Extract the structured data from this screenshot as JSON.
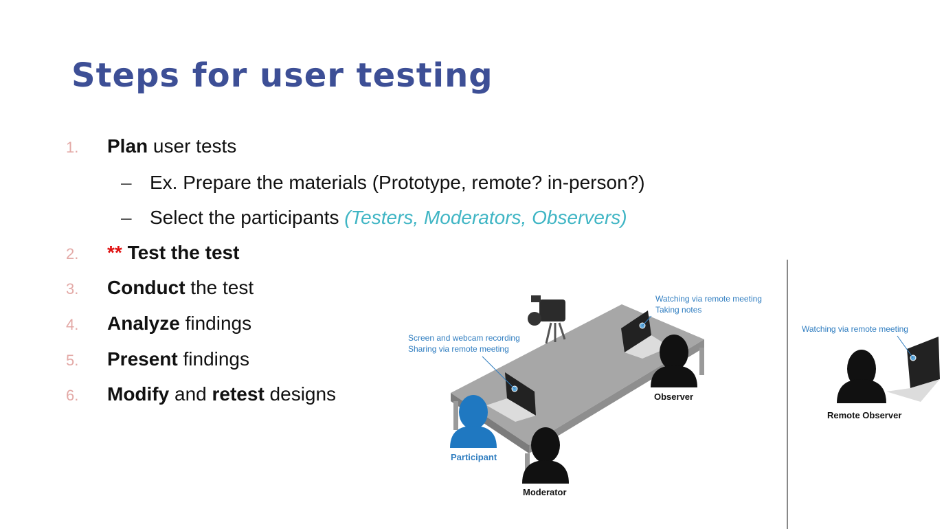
{
  "title": "Steps for user testing",
  "steps": [
    {
      "num": "1.",
      "bold": "Plan",
      "rest": " user tests"
    },
    {
      "num": "2.",
      "stars": "**",
      "bold": " Test the test",
      "rest": ""
    },
    {
      "num": "3.",
      "bold": "Conduct",
      "rest": " the test"
    },
    {
      "num": "4.",
      "bold": "Analyze",
      "rest": " findings"
    },
    {
      "num": "5.",
      "bold": "Present",
      "rest": " findings"
    },
    {
      "num": "6.",
      "bold": "Modify",
      "mid": " and ",
      "bold2": "retest",
      "rest": " designs"
    }
  ],
  "substeps": [
    {
      "dash": "–",
      "text": "Ex. Prepare the materials (Prototype, remote? in-person?)"
    },
    {
      "dash": "–",
      "text": "Select the participants ",
      "accent": "(Testers, Moderators, Observers)"
    }
  ],
  "illustration": {
    "screen_label_1": "Screen and webcam recording",
    "screen_label_2": "Sharing via remote meeting",
    "observer_label_1": "Watching via remote meeting",
    "observer_label_2": "Taking notes",
    "remote_label": "Watching via remote meeting",
    "participant": "Participant",
    "moderator": "Moderator",
    "observer": "Observer",
    "remote_observer": "Remote Observer"
  },
  "colors": {
    "title": "#3d4f96",
    "accent": "#3fb5c4",
    "stars": "#e01010",
    "numbers": "#e3a9a6",
    "participant": "#1f78c1"
  }
}
